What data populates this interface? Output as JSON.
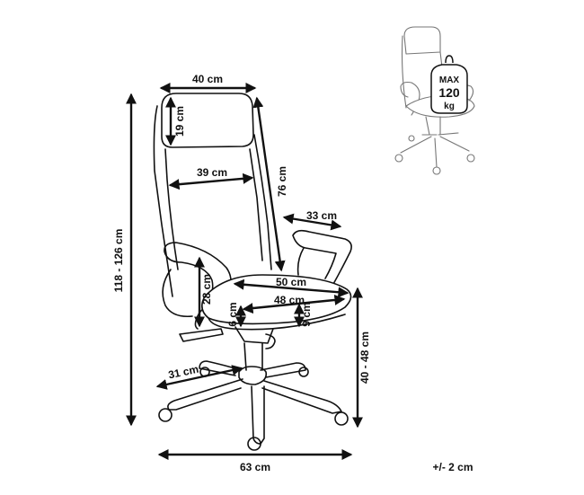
{
  "dimensions": {
    "headrest_width": "40 cm",
    "headrest_height": "19 cm",
    "backrest_width": "39 cm",
    "backrest_height": "76 cm",
    "total_height": "118 - 126 cm",
    "armrest_depth": "33 cm",
    "armrest_height": "28 cm",
    "seat_width": "50 cm",
    "seat_depth": "48 cm",
    "seat_thickness": "9 cm",
    "armrest_thickness": "6 cm",
    "seat_height": "40 - 48 cm",
    "base_radius": "31 cm",
    "base_width": "63 cm"
  },
  "max_load": {
    "label": "MAX",
    "value": "120",
    "unit": "kg"
  },
  "tolerance": "+/- 2 cm"
}
